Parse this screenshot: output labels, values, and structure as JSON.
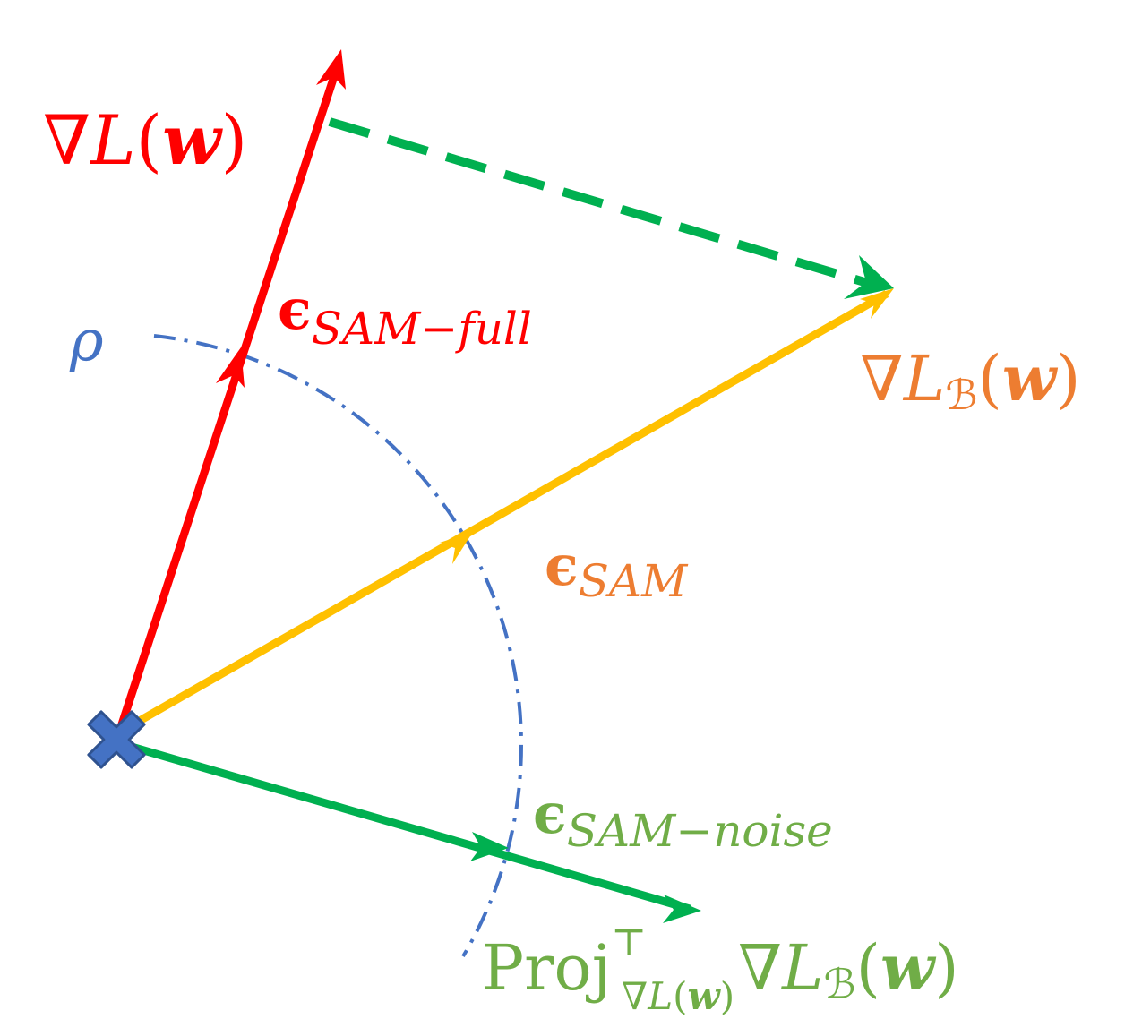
{
  "colors": {
    "red": "#FF0000",
    "gold": "#FFC000",
    "green": "#00B050",
    "blue": "#4472C4",
    "orange": "#ED7D31",
    "lightgreen": "#70AD47",
    "marker_fill": "#4472C4",
    "marker_stroke": "#2F528F"
  },
  "labels": {
    "grad_full": {
      "pre": "∇",
      "italic": "L",
      "open": "(",
      "bold": "w",
      "close": ")"
    },
    "eps_full": {
      "eps": "ϵ",
      "sub": "SAM−full"
    },
    "rho": "ρ",
    "grad_batch": {
      "pre": "∇",
      "italic": "L",
      "sub": "ℬ",
      "open": "(",
      "bold": "w",
      "close": ")"
    },
    "eps_sam": {
      "eps": "ϵ",
      "sub": "SAM"
    },
    "eps_noise": {
      "eps": "ϵ",
      "sub": "SAM−noise"
    },
    "proj": {
      "word": "Proj",
      "sup": "⊤",
      "sub_pre": "∇",
      "sub_italic": "L",
      "sub_open": "(",
      "sub_bold": "w",
      "sub_close": ")",
      "post_pre": "∇",
      "post_italic": "L",
      "post_sub": "ℬ",
      "post_open": "(",
      "post_bold": "w",
      "post_close": ")"
    }
  },
  "origin_marker": "x-marker-icon"
}
